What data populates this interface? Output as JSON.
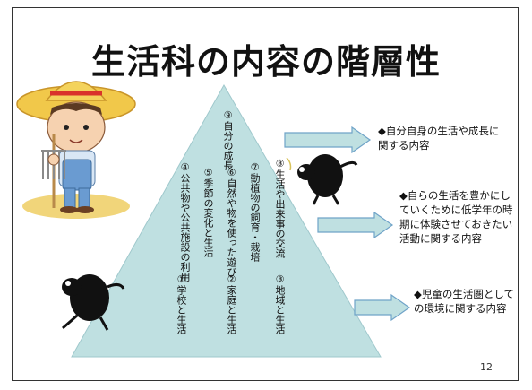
{
  "title": "生活科の内容の階層性",
  "page_number": "12",
  "pyramid": {
    "apex": {
      "label": "⑨自分の成長"
    },
    "middle": [
      "⑧生活や出来事の交流",
      "⑦動植物の飼育・栽培",
      "⑥自然や物を使った遊び",
      "⑤季節の変化と生活",
      "④公共物や公共施設の利用"
    ],
    "base": [
      "③地域と生活",
      "②家庭と生活",
      "①学校と生活"
    ]
  },
  "notes": [
    "◆自分自身の生活や成長に関する内容",
    "◆自らの生活を豊かにしていくために低学年の時期に体験させておきたい活動に関する内容",
    "◆児童の生活圏としての環境に関する内容"
  ],
  "colors": {
    "pyramid_fill": "#bfe0e1",
    "arrow_fill": "#bfe0e1",
    "arrow_stroke": "#6fa3c8"
  }
}
